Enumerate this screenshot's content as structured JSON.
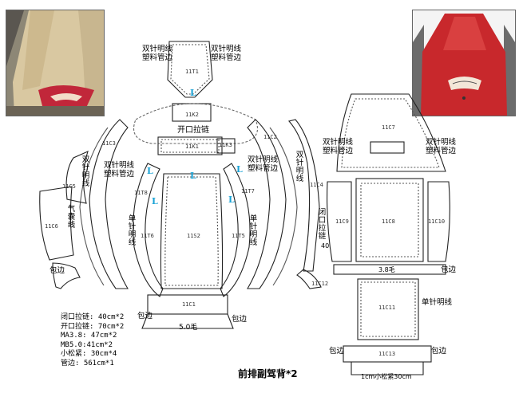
{
  "title": "前排副驾背*2",
  "annotations": {
    "double_needle_plastic": [
      "双针明线",
      "塑料管边"
    ],
    "double_needle_vertical": "双针明线",
    "open_zipper": "开口拉链",
    "airbag_line": "气囊线",
    "single_needle_vertical": "单针明线",
    "single_needle": "单针明线",
    "piping": "包边",
    "closed_zipper_vertical": "闭口拉链",
    "zipper_40": "40",
    "size_5": "5.0毛",
    "size_38": "3.8毛",
    "small_elastic": "1cm小松紧30cm",
    "L_mark": "L"
  },
  "part_codes": {
    "t1": "11T1",
    "k2": "11K2",
    "k1": "11K1",
    "k3": "11K3",
    "c7": "11C7",
    "c3": "11C3",
    "c2": "11C2",
    "c5": "11C5",
    "c6": "11C6",
    "c4": "11C4",
    "t8": "11T8",
    "t7": "11T7",
    "t6": "11T6",
    "s2": "11S2",
    "t5": "11T5",
    "c9": "11C9",
    "c8": "11C8",
    "c10": "11C10",
    "c12": "11C12",
    "c1": "11C1",
    "c11": "11C11",
    "c13": "11C13"
  },
  "specs": [
    "闭口拉链: 40cm*2",
    "开口拉链: 70cm*2",
    "MA3.8: 47cm*2",
    "MB5.0:41cm*2",
    "小松紧: 30cm*4",
    "管边: 561cm*1"
  ],
  "colors": {
    "outline": "#222222",
    "stitch": "#555555",
    "L_marker": "#19a3d6",
    "photo_left_leather": "#d9c8a1",
    "photo_left_accent": "#c1273a",
    "photo_right_leather": "#c8282c"
  }
}
